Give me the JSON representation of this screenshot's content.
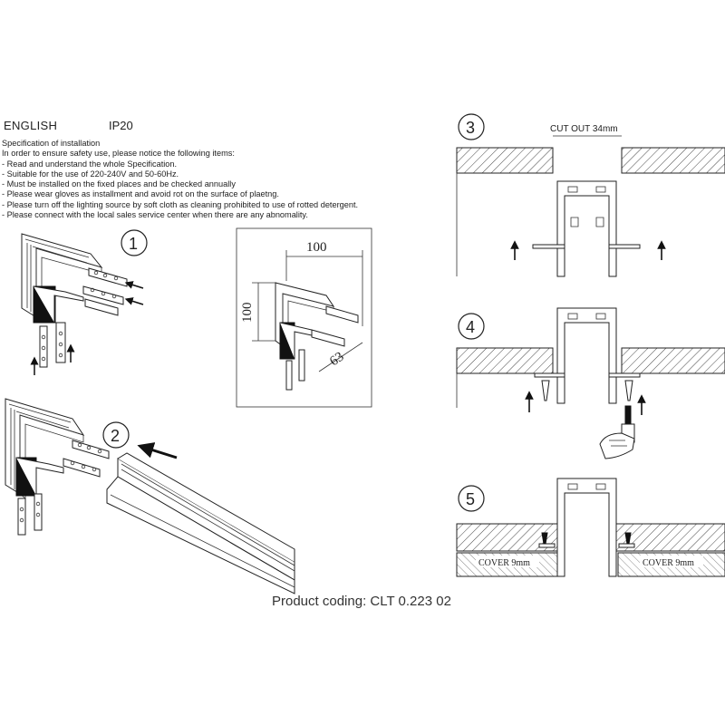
{
  "header": {
    "language": "ENGLISH",
    "rating": "IP20"
  },
  "spec": {
    "title": "Specification of installation",
    "lines": [
      "In order to ensure safety use, please notice the following items:",
      "- Read and understand the whole Specification.",
      "- Suitable for the use of 220-240V and 50-60Hz.",
      "- Must be installed on the fixed places and be checked annually",
      "- Please wear gloves as installment and avoid rot on the surface of plaetng.",
      "- Please turn off the lighting source by soft cloth as cleaning prohibited to use of rotted detergent.",
      "- Please connect with the local sales service center when there are any abnomality."
    ]
  },
  "steps": {
    "s1": "1",
    "s2": "2",
    "s3": "3",
    "s4": "4",
    "s5": "5"
  },
  "dimensions": {
    "width": "100",
    "height": "100",
    "depth": "63"
  },
  "step3": {
    "cutout": "CUT OUT 34mm"
  },
  "step5": {
    "cover_left": "COVER 9mm",
    "cover_right": "COVER 9mm"
  },
  "footer": {
    "product_coding": "Product coding: CLT 0.223 02"
  }
}
